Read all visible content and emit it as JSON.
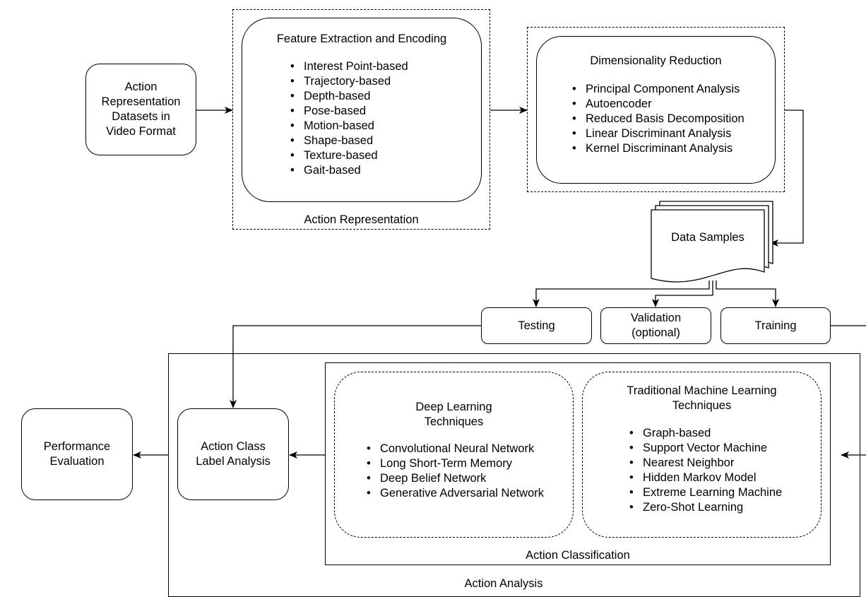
{
  "input": {
    "lines": [
      "Action",
      "Representation",
      "Datasets in",
      "Video Format"
    ]
  },
  "feature_extraction": {
    "title": "Feature Extraction and Encoding",
    "items": [
      "Interest Point-based",
      "Trajectory-based",
      "Depth-based",
      "Pose-based",
      "Motion-based",
      "Shape-based",
      "Texture-based",
      "Gait-based"
    ],
    "group_label": "Action Representation"
  },
  "dimensionality_reduction": {
    "title": "Dimensionality Reduction",
    "items": [
      "Principal Component Analysis",
      "Autoencoder",
      "Reduced Basis Decomposition",
      "Linear Discriminant Analysis",
      "Kernel Discriminant Analysis"
    ]
  },
  "data_samples": {
    "label": "Data Samples"
  },
  "splits": {
    "testing": "Testing",
    "validation_lines": [
      "Validation",
      "(optional)"
    ],
    "training": "Training"
  },
  "action_analysis": {
    "label": "Action Analysis",
    "action_class": {
      "lines": [
        "Action Class",
        "Label Analysis"
      ]
    },
    "action_classification": {
      "label": "Action Classification",
      "deep_learning": {
        "title_lines": [
          "Deep Learning",
          "Techniques"
        ],
        "items": [
          "Convolutional Neural Network",
          "Long Short-Term Memory",
          "Deep Belief Network",
          "Generative Adversarial Network"
        ]
      },
      "traditional_ml": {
        "title_lines": [
          "Traditional Machine Learning",
          "Techniques"
        ],
        "items": [
          "Graph-based",
          "Support Vector Machine",
          "Nearest Neighbor",
          "Hidden Markov Model",
          "Extreme Learning Machine",
          "Zero-Shot Learning"
        ]
      }
    }
  },
  "performance": {
    "lines": [
      "Performance",
      "Evaluation"
    ]
  }
}
